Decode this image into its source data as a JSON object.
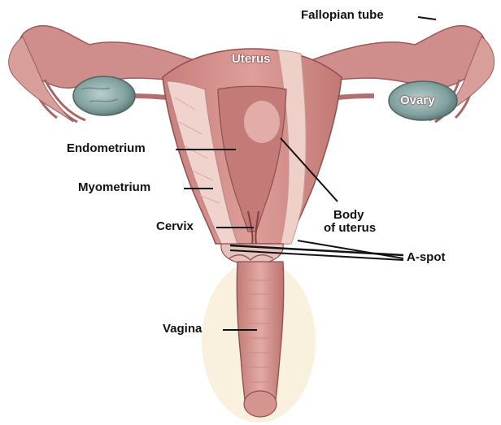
{
  "diagram": {
    "labels": {
      "fallopian_tube": "Fallopian tube",
      "uterus": "Uterus",
      "ovary": "Ovary",
      "endometrium": "Endometrium",
      "myometrium": "Myometrium",
      "cervix": "Cervix",
      "body_line1": "Body",
      "body_line2": "of uterus",
      "a_spot": "A-spot",
      "vagina": "Vagina"
    },
    "colors": {
      "tissue_pink": "#d9928f",
      "tissue_dark": "#b86a6a",
      "tissue_light": "#f1c9c4",
      "ovary_gray": "#7a9a98",
      "leader_line": "#111111"
    }
  }
}
